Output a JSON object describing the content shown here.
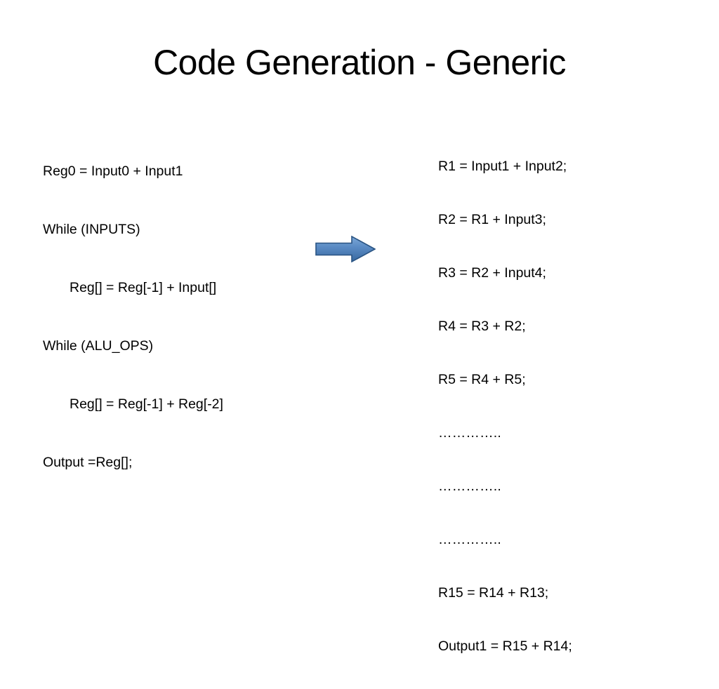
{
  "slide": {
    "title": "Code Generation - Generic",
    "background_color": "#FFFFFF",
    "text_color": "#000000"
  },
  "left_code": {
    "name": "generic-pseudocode",
    "lines": [
      {
        "text": "Reg0 = Input0 + Input1",
        "indent": false
      },
      {
        "text": "While (INPUTS)",
        "indent": false
      },
      {
        "text": "Reg[] = Reg[-1] + Input[]",
        "indent": true
      },
      {
        "text": "While (ALU_OPS)",
        "indent": false
      },
      {
        "text": "Reg[] = Reg[-1] + Reg[-2]",
        "indent": true
      },
      {
        "text": "Output =Reg[];",
        "indent": false
      }
    ]
  },
  "right_code": {
    "name": "expanded-generated-code",
    "lines": [
      {
        "text": "R1 = Input1 + Input2;",
        "dots": false
      },
      {
        "text": "R2 = R1 + Input3;",
        "dots": false
      },
      {
        "text": "R3 = R2 + Input4;",
        "dots": false
      },
      {
        "text": "R4 = R3 + R2;",
        "dots": false
      },
      {
        "text": "R5 = R4 + R5;",
        "dots": false
      },
      {
        "text": "…………..",
        "dots": true
      },
      {
        "text": "…………..",
        "dots": true
      },
      {
        "text": "…………..",
        "dots": true
      },
      {
        "text": "R15 = R14 + R13;",
        "dots": false
      },
      {
        "text": "Output1 = R15 + R14;",
        "dots": false
      }
    ]
  },
  "arrow": {
    "name": "right-arrow",
    "direction": "right",
    "fill_top_color": "#6A9BD2",
    "fill_bottom_color": "#3C6FA8",
    "outline_color": "#2A5483"
  }
}
